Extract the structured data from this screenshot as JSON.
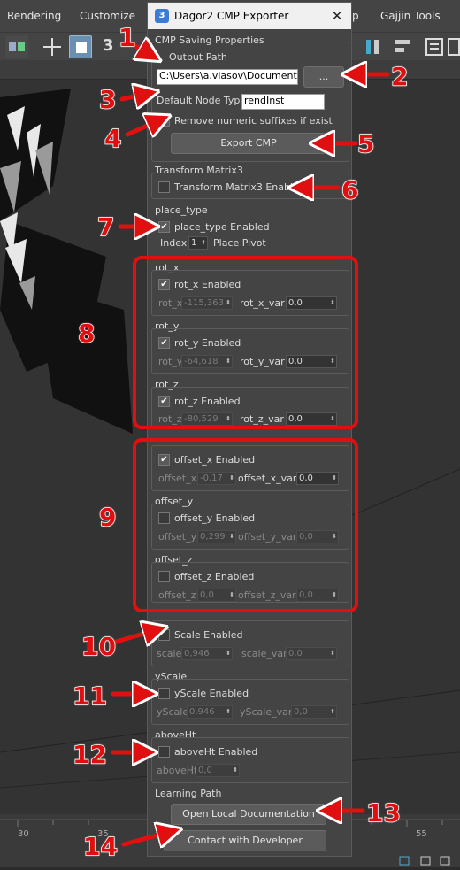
{
  "menubar": {
    "items": [
      "Rendering",
      "Customize",
      "p",
      "Gajjin Tools"
    ]
  },
  "toolbar": {
    "text_3": "3",
    "partial": "1"
  },
  "timeline": {
    "ticks": [
      "30",
      "35",
      "55"
    ]
  },
  "dialog": {
    "title": "Dagor2 CMP Exporter",
    "app_icon": "3",
    "close": "✕",
    "cmp": {
      "title": "CMP Saving Properties",
      "output_label": "Output Path",
      "output_value": "C:\\Users\\a.vlasov\\Documents\\",
      "browse_label": "...",
      "node_type_label": "Default Node Type",
      "node_type_value": "rendInst",
      "remove_suffix_label": "Remove numeric suffixes if exist",
      "export_label": "Export CMP"
    },
    "transform": {
      "title": "Transform Matrix3",
      "enabled_label": "Transform Matrix3 Enabled"
    },
    "place_type": {
      "title": "place_type",
      "enabled_label": "place_type Enabled",
      "index_label": "Index",
      "index_value": "1",
      "pivot_label": "Place Pivot"
    },
    "rot_x": {
      "title": "rot_x",
      "enabled_label": "rot_x Enabled",
      "field_label": "rot_x",
      "value": "-115,363",
      "var_label": "rot_x_var",
      "var_value": "0,0"
    },
    "rot_y": {
      "title": "rot_y",
      "enabled_label": "rot_y Enabled",
      "field_label": "rot_y",
      "value": "-64,618",
      "var_label": "rot_y_var",
      "var_value": "0,0"
    },
    "rot_z": {
      "title": "rot_z",
      "enabled_label": "rot_z Enabled",
      "field_label": "rot_z",
      "value": "-80,529",
      "var_label": "rot_z_var",
      "var_value": "0,0"
    },
    "offset_x": {
      "enabled_label": "offset_x Enabled",
      "field_label": "offset_x",
      "value": "-0,17",
      "var_label": "offset_x_var",
      "var_value": "0,0"
    },
    "offset_y": {
      "title": "offset_y",
      "enabled_label": "offset_y Enabled",
      "field_label": "offset_y",
      "value": "0,299",
      "var_label": "offset_y_var",
      "var_value": "0,0"
    },
    "offset_z": {
      "title": "offset_z",
      "enabled_label": "offset_z Enabled",
      "field_label": "offset_z",
      "value": "0,0",
      "var_label": "offset_z_var",
      "var_value": "0,0"
    },
    "scale": {
      "enabled_label": "Scale Enabled",
      "field_label": "scale",
      "value": "0,946",
      "var_label": "scale_var",
      "var_value": "0,0"
    },
    "yscale": {
      "title": "yScale",
      "enabled_label": "yScale Enabled",
      "field_label": "yScale",
      "value": "0,946",
      "var_label": "yScale_var",
      "var_value": "0,0"
    },
    "aboveht": {
      "title": "aboveHt",
      "enabled_label": "aboveHt Enabled",
      "field_label": "aboveHt",
      "value": "0,0"
    },
    "learning": {
      "title": "Learning Path",
      "docs_label": "Open Local Documentation",
      "contact_label": "Contact with Developer"
    }
  },
  "annotations": [
    "1",
    "2",
    "3",
    "4",
    "5",
    "6",
    "7",
    "8",
    "9",
    "10",
    "11",
    "12",
    "13",
    "14"
  ],
  "colors": {
    "annotation_red": "#e01010",
    "dialog_bg": "#444444"
  }
}
